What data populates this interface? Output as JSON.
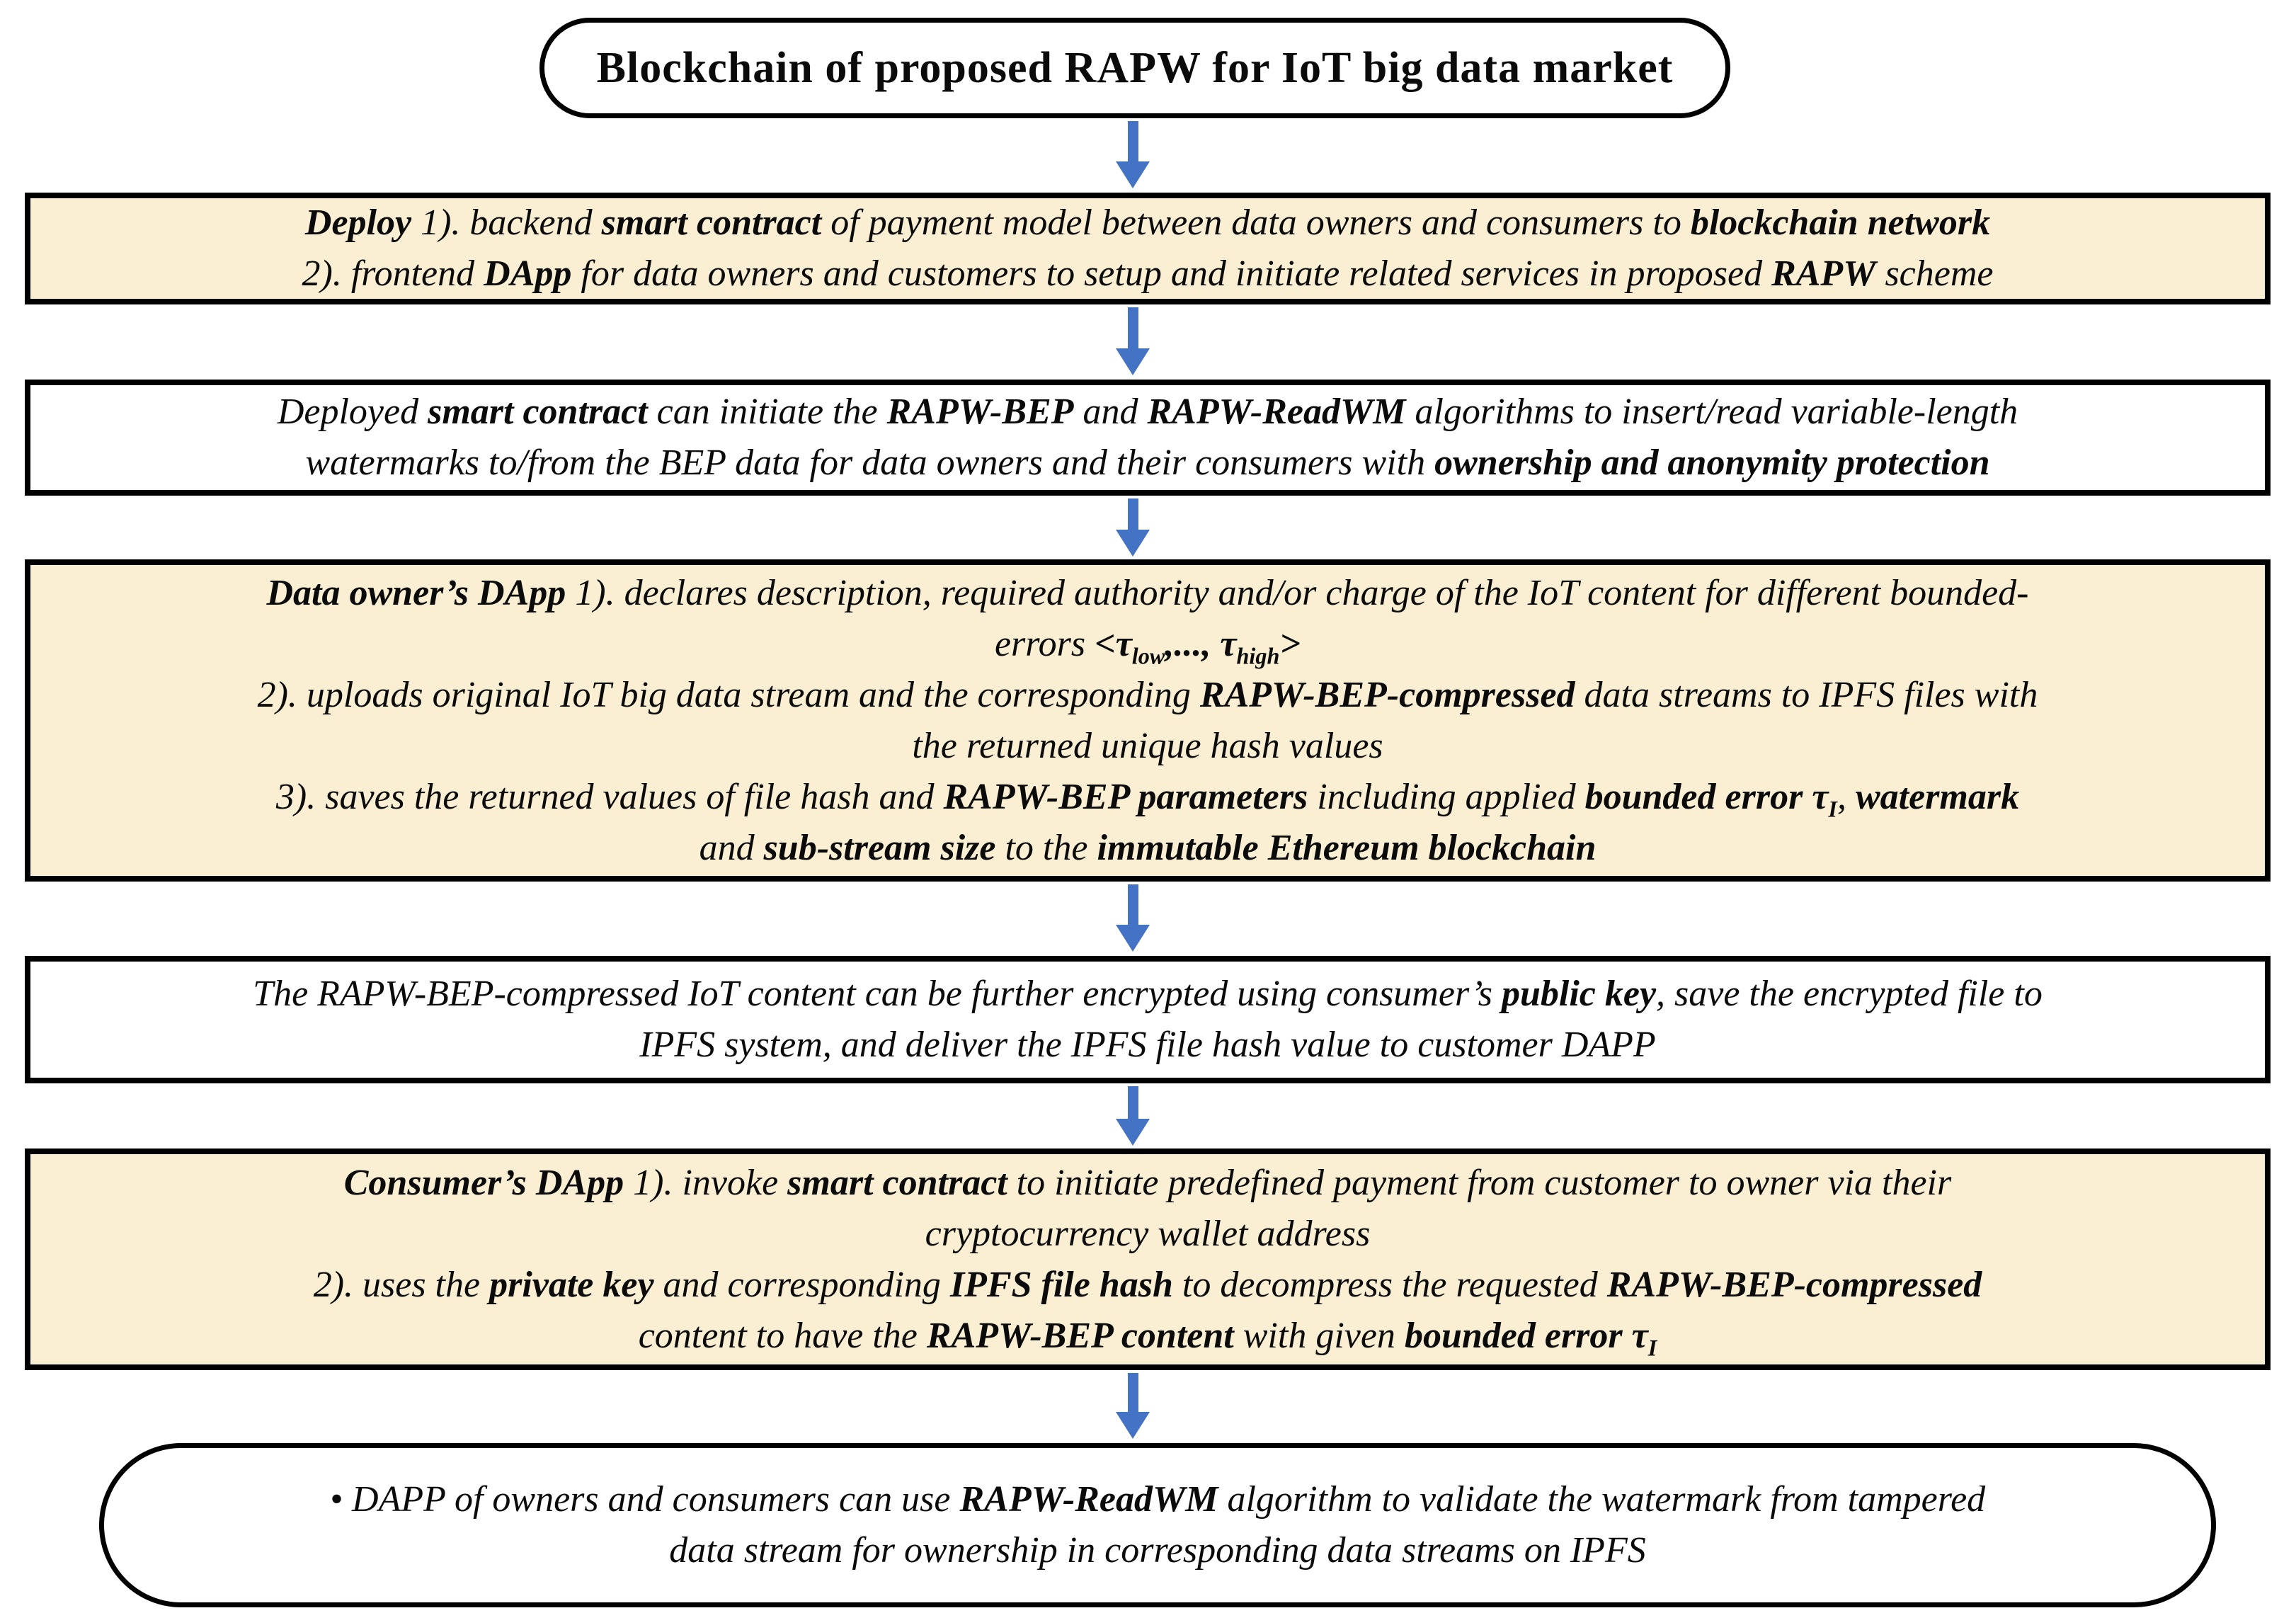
{
  "figure": {
    "arrow_color": "#4472C4",
    "border_color": "#000000",
    "fill_cream": "#FAEED3",
    "fill_white": "#FFFFFF"
  },
  "nodes": [
    {
      "id": "title",
      "shape": "stadium",
      "fill": "#FFFFFF",
      "lines": [
        [
          {
            "t": "Blockchain of proposed RAPW for IoT big data market",
            "b": true
          }
        ]
      ]
    },
    {
      "id": "deploy",
      "shape": "rect",
      "fill": "#FAEED3",
      "lines": [
        [
          {
            "t": "Deploy",
            "b": true
          },
          {
            "t": " 1). backend "
          },
          {
            "t": "smart contract",
            "b": true
          },
          {
            "t": " of payment model between data owners and consumers to "
          },
          {
            "t": "blockchain network",
            "b": true
          }
        ],
        [
          {
            "t": "2). frontend "
          },
          {
            "t": "DApp",
            "b": true
          },
          {
            "t": " for data owners and customers to setup and initiate related services in proposed "
          },
          {
            "t": "RAPW",
            "b": true
          },
          {
            "t": " scheme"
          }
        ]
      ]
    },
    {
      "id": "contract",
      "shape": "rect",
      "fill": "#FFFFFF",
      "lines": [
        [
          {
            "t": "Deployed "
          },
          {
            "t": "smart contract",
            "b": true
          },
          {
            "t": " can initiate the "
          },
          {
            "t": "RAPW-BEP",
            "b": true
          },
          {
            "t": " and "
          },
          {
            "t": "RAPW-ReadWM",
            "b": true
          },
          {
            "t": " algorithms to insert/read variable-length"
          }
        ],
        [
          {
            "t": "watermarks to/from the BEP data for data owners and their consumers with "
          },
          {
            "t": "ownership and anonymity protection",
            "b": true
          }
        ]
      ]
    },
    {
      "id": "owner",
      "shape": "rect",
      "fill": "#FAEED3",
      "lines": [
        [
          {
            "t": "Data owner’s DApp",
            "b": true
          },
          {
            "t": " 1). declares  description, required authority and/or charge of the IoT content for different bounded-"
          }
        ],
        [
          {
            "t": "errors "
          },
          {
            "t": "<",
            "b": true
          },
          {
            "t": "τ",
            "b": true
          },
          {
            "t": "low",
            "b": true,
            "sub": true
          },
          {
            "t": ",..., ",
            "b": true
          },
          {
            "t": "τ",
            "b": true
          },
          {
            "t": "high",
            "b": true,
            "sub": true
          },
          {
            "t": ">",
            "b": true
          }
        ],
        [
          {
            "t": "2). uploads original IoT big data stream and the corresponding "
          },
          {
            "t": "RAPW-BEP-compressed",
            "b": true
          },
          {
            "t": " data  streams to IPFS files with"
          }
        ],
        [
          {
            "t": "the returned  unique hash values"
          }
        ],
        [
          {
            "t": "3). saves the returned  values of file hash and "
          },
          {
            "t": "RAPW-BEP parameters",
            "b": true
          },
          {
            "t": " including applied "
          },
          {
            "t": "bounded error ",
            "b": true
          },
          {
            "t": "τ",
            "b": true
          },
          {
            "t": "I",
            "b": true,
            "sub": true
          },
          {
            "t": ", "
          },
          {
            "t": "watermark",
            "b": true
          }
        ],
        [
          {
            "t": "and "
          },
          {
            "t": "sub-stream size",
            "b": true
          },
          {
            "t": " to the "
          },
          {
            "t": "immutable Ethereum blockchain",
            "b": true
          }
        ]
      ]
    },
    {
      "id": "encrypt",
      "shape": "rect",
      "fill": "#FFFFFF",
      "lines": [
        [
          {
            "t": "The RAPW-BEP-compressed IoT content can be further encrypted using consumer’s "
          },
          {
            "t": "public key",
            "b": true
          },
          {
            "t": ", save the encrypted file to"
          }
        ],
        [
          {
            "t": "IPFS system, and deliver the IPFS file hash value to customer DAPP"
          }
        ]
      ]
    },
    {
      "id": "consumer",
      "shape": "rect",
      "fill": "#FAEED3",
      "lines": [
        [
          {
            "t": "Consumer’s DApp",
            "b": true
          },
          {
            "t": " 1). invoke "
          },
          {
            "t": "smart contract",
            "b": true
          },
          {
            "t": " to initiate predefined payment from customer to owner via their"
          }
        ],
        [
          {
            "t": "cryptocurrency wallet address"
          }
        ],
        [
          {
            "t": "2). uses the "
          },
          {
            "t": "private key",
            "b": true
          },
          {
            "t": " and corresponding "
          },
          {
            "t": "IPFS file hash",
            "b": true
          },
          {
            "t": " to decompress the requested "
          },
          {
            "t": "RAPW-BEP-compressed",
            "b": true
          }
        ],
        [
          {
            "t": "content to have the "
          },
          {
            "t": "RAPW-BEP content",
            "b": true
          },
          {
            "t": " with given "
          },
          {
            "t": "bounded error ",
            "b": true
          },
          {
            "t": "τ",
            "b": true
          },
          {
            "t": "I",
            "b": true,
            "sub": true
          }
        ]
      ]
    },
    {
      "id": "validate",
      "shape": "oval",
      "fill": "#FFFFFF",
      "lines": [
        [
          {
            "t": "• DAPP of owners and consumers can use "
          },
          {
            "t": "RAPW-ReadWM",
            "b": true
          },
          {
            "t": " algorithm to validate the watermark from tampered"
          }
        ],
        [
          {
            "t": "data stream for ownership in corresponding data streams on IPFS"
          }
        ]
      ]
    }
  ]
}
